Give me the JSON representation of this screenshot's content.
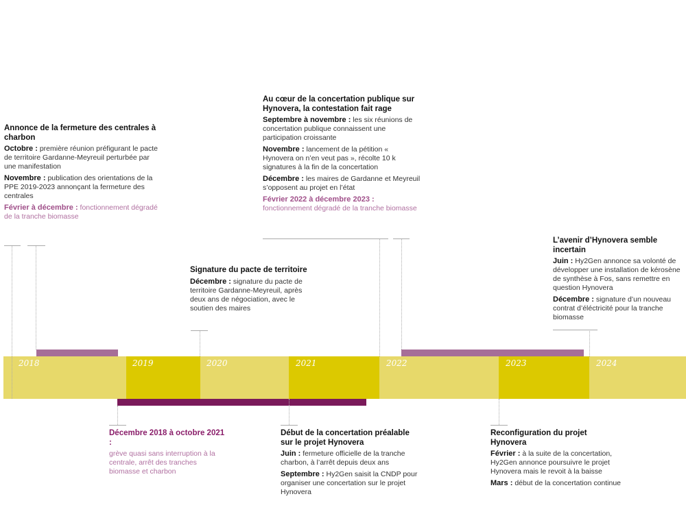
{
  "colors": {
    "light_year": "#e7d96a",
    "dark_year": "#dcc900",
    "biomass_bar": "#a66e98",
    "strike_bar": "#7a1a5a",
    "accent_text": "#a0508a"
  },
  "years": [
    "2018",
    "2019",
    "2020",
    "2021",
    "2022",
    "2023",
    "2024"
  ],
  "blocks": [
    {
      "id": "annonce-fermeture",
      "title": "Annonce de la fermeture des centrales à charbon",
      "entries": [
        {
          "label": "Octobre :",
          "text": " première réunion préfigurant le pacte de territoire Gardanne-Meyreuil perturbée par une manifestation"
        },
        {
          "label": "Novembre :",
          "text": " publication des  orientations de la PPE 2019-2023 annonçant la fermeture des centrales"
        },
        {
          "label": "Février à décembre :",
          "text": " fonctionnement dégradé de la tranche biomasse",
          "accent": true
        }
      ]
    },
    {
      "id": "coeur-concertation",
      "title": "Au cœur de la concertation publique sur Hynovera, la contestation fait rage",
      "entries": [
        {
          "label": "Septembre à novembre :",
          "text": " les six réunions de concertation publique connaissent une participation croissante"
        },
        {
          "label": "Novembre :",
          "text": " lancement de la pétition « Hynovera on n’en veut pas », récolte 10 k signatures à la fin de la concertation"
        },
        {
          "label": "Décembre :",
          "text": " les maires de Gardanne et Meyreuil s’opposent au projet en l’état"
        },
        {
          "label": "Février 2022 à décembre 2023 :",
          "text": " fonctionnement dégradé de la tranche biomasse",
          "accent": true
        }
      ]
    },
    {
      "id": "signature-pacte",
      "title": "Signature du pacte de territoire",
      "entries": [
        {
          "label": "Décembre :",
          "text": " signature du pacte de territoire Gardanne-Meyreuil, après deux ans de négociation, avec le soutien des maires"
        }
      ]
    },
    {
      "id": "avenir-hynovera",
      "title": "L’avenir d’Hynovera semble incertain",
      "entries": [
        {
          "label": "Juin :",
          "text": " Hy2Gen annonce sa volonté de développer une installation de kérosène de synthèse à Fos, sans remettre en question Hynovera"
        },
        {
          "label": "Décembre :",
          "text": " signature d’un nouveau contrat d’éléctricité pour la tranche biomasse"
        }
      ]
    },
    {
      "id": "greve",
      "title": "Décembre 2018 à octobre 2021 :",
      "entries": [
        {
          "label": "",
          "text": "grève quasi sans interruption à la centrale, arrêt des tranches biomasse et charbon",
          "accent": true
        }
      ]
    },
    {
      "id": "debut-concertation",
      "title": "Début de la concertation préalable sur le projet Hynovera",
      "entries": [
        {
          "label": "Juin :",
          "text": " fermeture officielle de la tranche charbon, à l’arrêt depuis deux ans"
        },
        {
          "label": "Septembre :",
          "text": " Hy2Gen saisit la CNDP pour organiser une concertation sur le projet Hynovera"
        }
      ]
    },
    {
      "id": "reconfiguration",
      "title": "Reconfiguration du projet Hynovera",
      "entries": [
        {
          "label": "Février :",
          "text": " à la suite de la concertation, Hy2Gen annonce poursuivre le projet Hynovera mais le revoit à la baisse"
        },
        {
          "label": "Mars :",
          "text": " début de la concertation continue"
        }
      ]
    }
  ]
}
